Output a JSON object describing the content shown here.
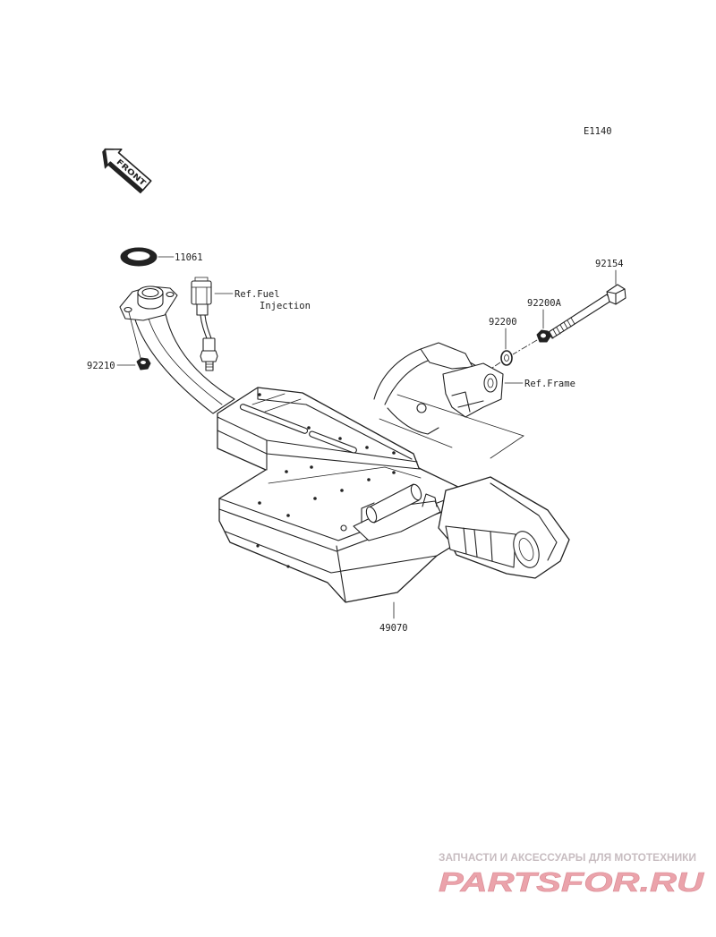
{
  "diagram_code": "E1140",
  "front_label": "FRONT",
  "callouts": {
    "gasket": "11061",
    "ref_fuel_line1": "Ref.Fuel",
    "ref_fuel_line2": "Injection",
    "bolt": "92154",
    "washer_a": "92200A",
    "washer": "92200",
    "nut": "92210",
    "ref_frame": "Ref.Frame",
    "muffler": "49070"
  },
  "watermark": {
    "tagline": "ЗАПЧАСТИ И АКСЕССУАРЫ ДЛЯ МОТОТЕХНИКИ",
    "logo": "PARTSFOR.RU"
  },
  "colors": {
    "ink": "#222222",
    "background": "#ffffff",
    "watermark_tagline": "#c7bcc0",
    "watermark_logo": "#eba3ab"
  }
}
